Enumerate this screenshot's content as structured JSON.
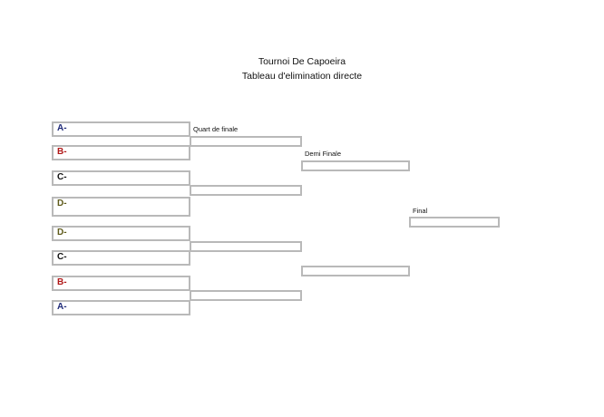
{
  "header": {
    "title": "Tournoi De Capoeira",
    "subtitle": "Tableau d'elimination directe"
  },
  "colors": {
    "A": "#1f2a78",
    "B": "#b01818",
    "C": "#111111",
    "D": "#5e5a1a",
    "box_border": "#b9b9b9"
  },
  "entrants": [
    {
      "label": "A-",
      "color": "#1f2a78"
    },
    {
      "label": "B-",
      "color": "#b01818"
    },
    {
      "label": "C-",
      "color": "#111111"
    },
    {
      "label": "D-",
      "color": "#5e5a1a"
    },
    {
      "label": "D-",
      "color": "#5e5a1a"
    },
    {
      "label": "C-",
      "color": "#111111"
    },
    {
      "label": "B-",
      "color": "#b01818"
    },
    {
      "label": "A-",
      "color": "#1f2a78"
    }
  ],
  "rounds": {
    "quarter": "Quart de finale",
    "semi": "Demi Finale",
    "final": "Final"
  }
}
